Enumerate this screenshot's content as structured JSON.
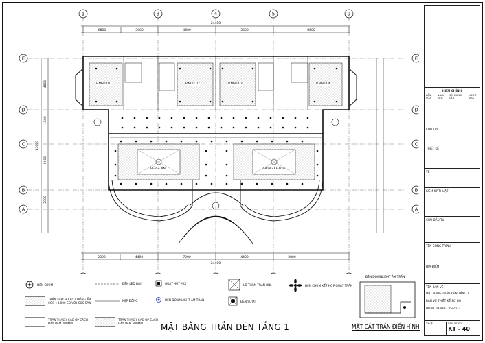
{
  "drawing": {
    "title": "MẶT BẰNG TRẦN ĐÈN TẦNG 1",
    "detail_title": "MẶT CẮT TRẦN ĐIỂN HÌNH",
    "detail_caption": "ĐÈN DOWNLIGHT ÂM TRẦN",
    "grid_columns": [
      "1",
      "3",
      "4",
      "5",
      "9"
    ],
    "grid_rows": [
      "E",
      "D",
      "C",
      "B",
      "A"
    ],
    "top_dims": [
      "6800",
      "5400",
      "4800",
      "5400",
      "6800"
    ],
    "top_total": "24400",
    "bottom_dims": [
      "2800",
      "4400",
      "7200",
      "4400",
      "2800"
    ],
    "bottom_total": "24400",
    "left_dims": [
      "4800",
      "1500",
      "5000",
      "2900"
    ],
    "left_total": "15000",
    "room_labels": [
      "P.NGỦ 01",
      "P.NGỦ 02",
      "P.NGỦ 03",
      "P.NGỦ 04",
      "BẾP + ĂN",
      "PHÒNG KHÁCH"
    ]
  },
  "legend": {
    "items": [
      {
        "icon": "chandelier-icon",
        "label": "ĐÈN CHÙM"
      },
      {
        "icon": "led-strip-icon",
        "label": "ĐÈN LED DÂY"
      },
      {
        "icon": "exhaust-fan-icon",
        "label": "QUẠT HÚT MÙI"
      },
      {
        "icon": "inspection-hatch-icon",
        "label": "LỖ THĂM TRẦN BNL"
      },
      {
        "icon": "chandelier-fan-icon",
        "label": "ĐÈN CHÙM KẾT HỢP QUẠT TRẦN"
      },
      {
        "icon": "moisture-ceiling-icon",
        "label": "TRẦN THẠCH CAO CHỐNG ẨM COS +3.000 SO VỚI COS SÀN"
      },
      {
        "icon": "cornice-icon",
        "label": "NẸP ĐỒNG"
      },
      {
        "icon": "downlight-icon",
        "label": "ĐÈN DOWNLIGHT ÂM TRẦN"
      },
      {
        "icon": "heater-icon",
        "label": "ĐÈN SƯỞI"
      },
      {
        "icon": "ceiling-200-icon",
        "label": "TRẦN THẠCH CAO ỐP CÁCH ĐÁY DẦM 200MM"
      },
      {
        "icon": "ceiling-500-icon",
        "label": "TRẦN THẠCH CAO ỐP CÁCH ĐÁY DẦM 500MM"
      }
    ]
  },
  "titleblock": {
    "revision_header": "HIỆU CHỈNH",
    "revision_cols": [
      "LẦN SỬA",
      "NGÀY SỬA",
      "NỘI DUNG SỬA",
      "NGƯỜI SỬA"
    ],
    "fields": [
      "CHỦ TRÌ",
      "THIẾT KẾ",
      "VẼ",
      "KIỂM KỸ THUẬT",
      "CHỦ ĐẦU TƯ",
      "TÊN CÔNG TRÌNH",
      "ĐỊA ĐIỂM",
      "TÊN BẢN VẼ"
    ],
    "drawing_name": "MẶT BẰNG TRẦN ĐÈN TẦNG 1",
    "stage": "BẢN VẼ THIẾT KẾ SƠ BỘ",
    "completed": "HOÀN THÀNH : 05/2022",
    "scale_label": "TỶ LỆ",
    "sheet_label": "BẢN VẼ SỐ",
    "sheet_no": "KT - 40"
  },
  "colors": {
    "line": "#111111",
    "hatch": "#9a9a9a",
    "accent": "#1f3fbf"
  }
}
